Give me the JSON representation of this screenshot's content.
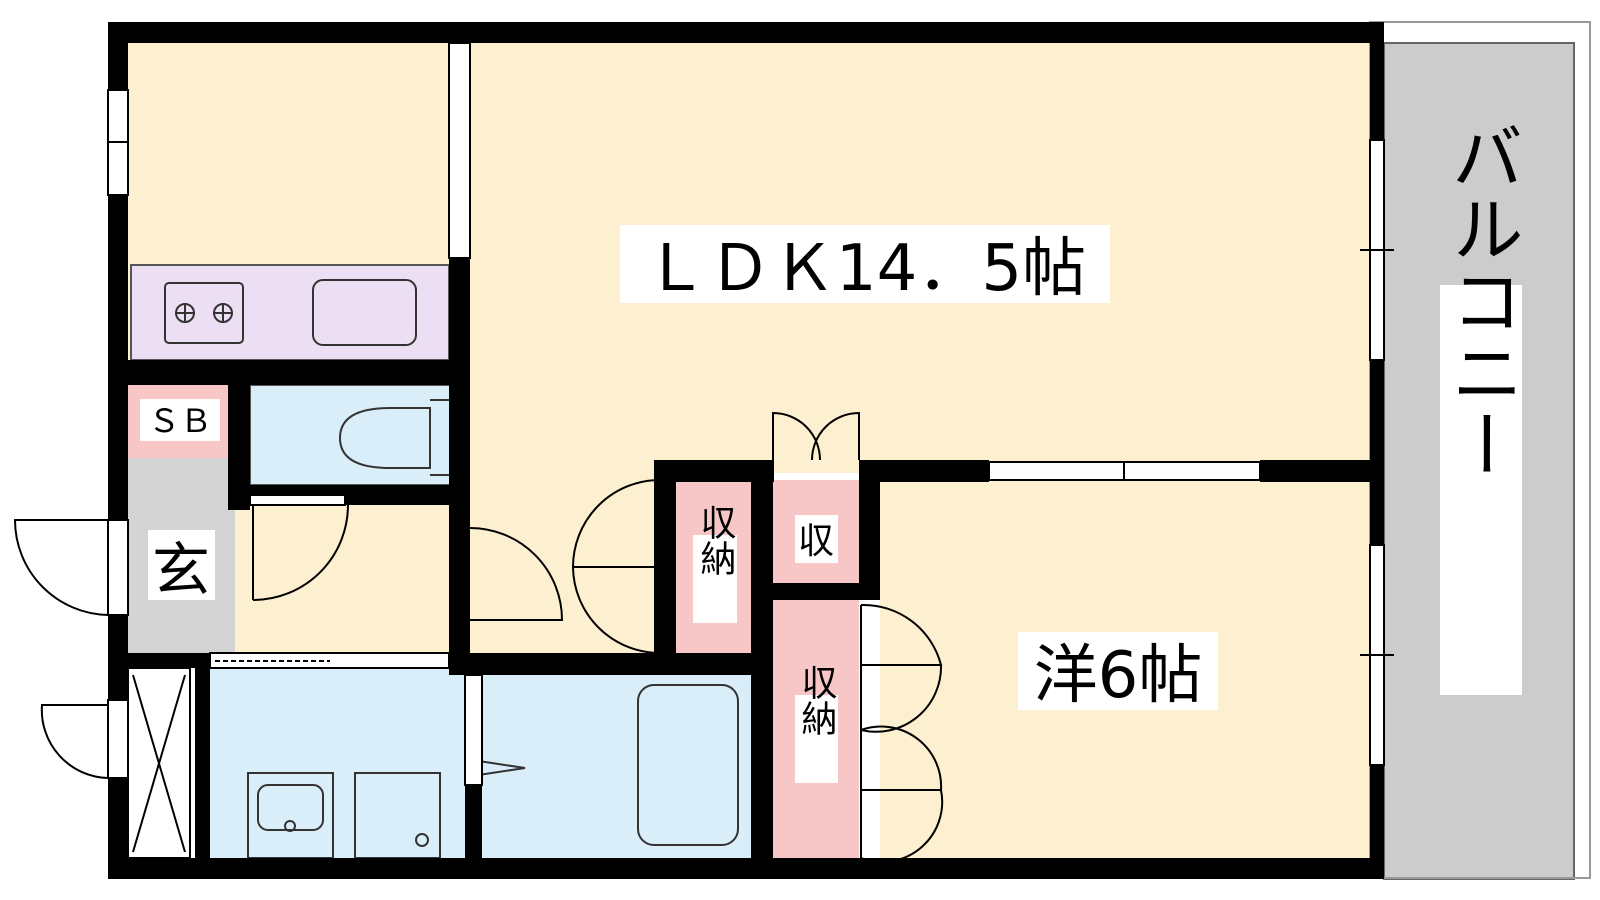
{
  "rooms": {
    "ldk": "ＬＤＫ14．5帖",
    "western": "洋6帖",
    "balcony": "バルコニー",
    "entrance": "玄",
    "shoe_box": "ＳＢ",
    "storage_small": "収",
    "storage_a": "収納",
    "storage_b": "収納"
  },
  "colors": {
    "floor": "#fdf0d0",
    "kitchen": "#ecdff3",
    "wet_area": "#daeefa",
    "storage": "#f7c6c6",
    "entrance": "#d4d4d4",
    "balcony": "#cccccc",
    "wall": "#000000"
  }
}
